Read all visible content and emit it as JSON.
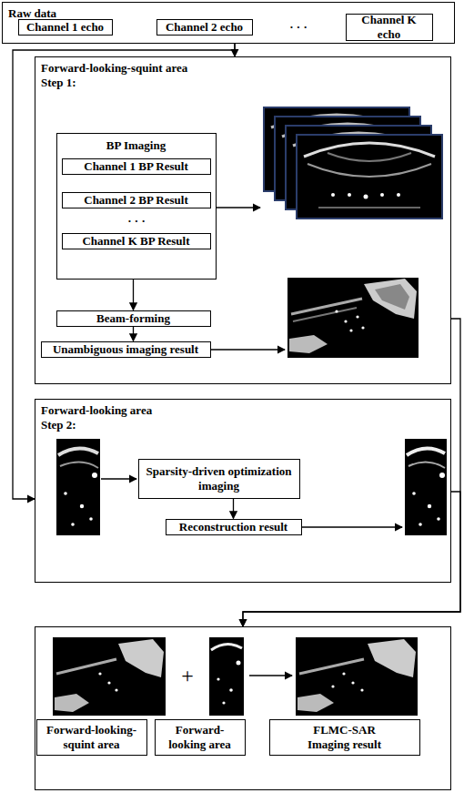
{
  "diagram": {
    "nodes": [
      {
        "text": [
          "Raw data"
        ]
      },
      {
        "text": [
          "Channel 1 echo"
        ],
        "in": 0
      },
      {
        "text": [
          "Channel 2 echo"
        ],
        "in": 0
      },
      {
        "text": [
          "Channel K echo"
        ],
        "in": 0
      },
      {
        "text": [
          "Step 1:",
          "Forward-looking-squint area"
        ]
      },
      {
        "text": [
          "BP Imaging"
        ],
        "in": 4
      },
      {
        "text": [
          "Channel 1 BP Result"
        ],
        "in": 5
      },
      {
        "text": [
          "Channel 2 BP Result"
        ],
        "in": 5
      },
      {
        "text": [
          "Channel K BP Result"
        ],
        "in": 5
      },
      {
        "text": [
          "Beam-forming"
        ],
        "in": 4
      },
      {
        "text": [
          "Unambiguous imaging result"
        ],
        "in": 4
      },
      {
        "text": [
          "Step 2:",
          "Forward-looking area"
        ]
      },
      {
        "text": [
          "Sparsity-driven optimization imaging"
        ],
        "in": 11
      },
      {
        "text": [
          "Reconstruction result"
        ],
        "in": 11
      },
      {
        "text": []
      },
      {
        "text": [
          "Forward-looking-squint area"
        ],
        "in": 14
      },
      {
        "text": [
          "Forward-looking area"
        ],
        "in": 14
      },
      {
        "text": [
          "FLMC-SAR Imaging result"
        ],
        "in": 14
      }
    ],
    "edges": [
      {
        "from": 0,
        "to": 4,
        "arrow": "to"
      },
      {
        "from": 0,
        "to": 11,
        "arrow": "to"
      },
      {
        "from": 5,
        "to": 9,
        "arrow": "to"
      },
      {
        "from": 9,
        "to": 10,
        "arrow": "to"
      },
      {
        "from": 12,
        "to": 13,
        "arrow": "to"
      },
      {
        "from": 4,
        "to": 14,
        "arrow": "to"
      },
      {
        "from": 11,
        "to": 14,
        "arrow": "to"
      }
    ],
    "labels": [
      "· · ·",
      "· · ·",
      "+"
    ]
  }
}
